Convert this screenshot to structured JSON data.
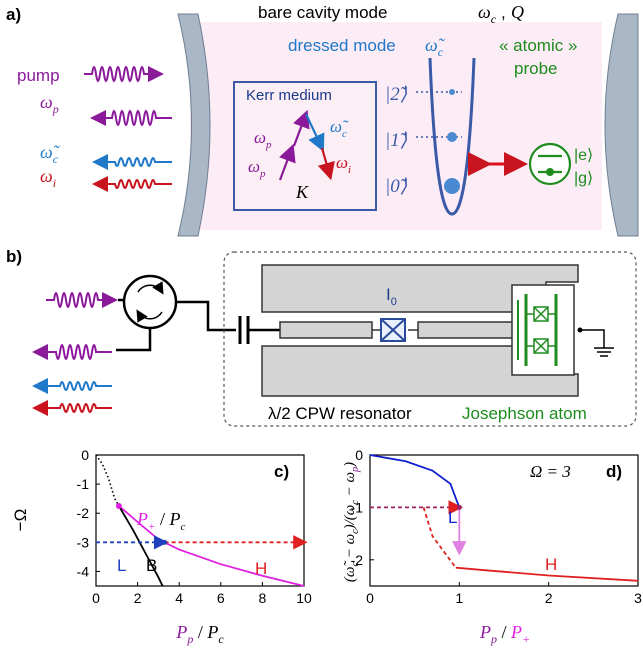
{
  "panel_a": {
    "label": "a)",
    "bare_cavity": "bare cavity mode",
    "omega_c": "ω",
    "omega_c_sub": "c",
    "comma": ",",
    "Q": "Q",
    "dressed_mode": "dressed mode",
    "omega_c_tilde": "ω̃",
    "omega_c_tilde_sub": "c",
    "atomic_probe_1": "« atomic »",
    "atomic_probe_2": "probe",
    "pump": "pump",
    "omega_p": "ω",
    "omega_p_sub": "p",
    "omega_i": "ω",
    "omega_i_sub": "i",
    "kerr_medium": "Kerr medium",
    "K": "K",
    "ket_2": "|2̃⟩",
    "ket_1": "|1̃⟩",
    "ket_0": "|0̃⟩",
    "ket_e": "|e⟩",
    "ket_g": "|g⟩",
    "colors": {
      "pump": "#8b1a9a",
      "dressed": "#1f78c8",
      "idler": "#c8141e",
      "atomic": "#1e8c1e",
      "well": "#3a5aa8",
      "kerr_bg": "#fbeef4",
      "cavity_bg": "#fcecf6",
      "mirror": "#a9b7c7"
    }
  },
  "panel_b": {
    "label": "b)",
    "I0": "I",
    "I0_sub": "0",
    "cpw": "λ/2 CPW resonator",
    "josephson": "Josephson atom"
  },
  "chart_data": [
    {
      "type": "line",
      "panel": "c)",
      "xlabel": "P_p / P_c",
      "ylabel": "-Ω",
      "xlim": [
        0,
        10
      ],
      "ylim": [
        -4.5,
        0
      ],
      "x_ticks": [
        "0",
        "2",
        "4",
        "6",
        "8",
        "10"
      ],
      "y_ticks": [
        "0",
        "-1",
        "-2",
        "-3",
        "-4"
      ],
      "annotations": [
        "P+ / Pc",
        "L",
        "B",
        "H"
      ],
      "series": [
        {
          "style": "dotted",
          "color": "#000000",
          "points": [
            [
              0,
              0
            ],
            [
              0.3,
              -0.3
            ],
            [
              0.6,
              -0.8
            ],
            [
              0.9,
              -1.5
            ],
            [
              1.1,
              -1.75
            ]
          ]
        },
        {
          "style": "solid",
          "color": "#e020e0",
          "points": [
            [
              1.1,
              -1.75
            ],
            [
              2,
              -2.3
            ],
            [
              3,
              -2.9
            ],
            [
              4,
              -3.25
            ],
            [
              6,
              -3.75
            ],
            [
              8,
              -4.15
            ],
            [
              10,
              -4.5
            ]
          ]
        },
        {
          "style": "solid",
          "color": "#000000",
          "points": [
            [
              1.1,
              -1.75
            ],
            [
              1.8,
              -2.6
            ],
            [
              2.4,
              -3.4
            ],
            [
              3.0,
              -4.2
            ],
            [
              3.2,
              -4.5
            ]
          ]
        },
        {
          "style": "dashed-arrow",
          "color": "#2040c0",
          "points": [
            [
              0,
              -3
            ],
            [
              3.3,
              -3
            ]
          ]
        },
        {
          "style": "dashed-arrow",
          "color": "#e02020",
          "points": [
            [
              3.3,
              -3
            ],
            [
              10,
              -3
            ]
          ]
        }
      ]
    },
    {
      "type": "line",
      "panel": "d)",
      "title_text": "Ω = 3",
      "xlabel": "P_p / P_+",
      "ylabel": "(ω̃c − ωc)/(ωc − ωp)",
      "xlim": [
        0,
        3
      ],
      "ylim": [
        -2.5,
        0
      ],
      "x_ticks": [
        "0",
        "1",
        "2",
        "3"
      ],
      "y_ticks": [
        "0",
        "-1",
        "-2"
      ],
      "annotations": [
        "L",
        "H"
      ],
      "series": [
        {
          "style": "solid",
          "color": "#1020d0",
          "points": [
            [
              0,
              0
            ],
            [
              0.4,
              -0.12
            ],
            [
              0.7,
              -0.3
            ],
            [
              0.9,
              -0.55
            ],
            [
              1,
              -1
            ]
          ]
        },
        {
          "style": "solid",
          "color": "#e02020",
          "points": [
            [
              0.96,
              -2.15
            ],
            [
              1.3,
              -2.2
            ],
            [
              2,
              -2.3
            ],
            [
              3,
              -2.4
            ]
          ]
        },
        {
          "style": "dashed",
          "color": "#e02020",
          "points": [
            [
              0.6,
              -1
            ],
            [
              0.7,
              -1.55
            ],
            [
              0.96,
              -2.15
            ]
          ]
        },
        {
          "style": "dashed-arrow",
          "color": "#a02060",
          "points": [
            [
              0,
              -1
            ],
            [
              1,
              -1
            ]
          ]
        },
        {
          "style": "arrow",
          "color": "#e080e0",
          "points": [
            [
              1,
              -1
            ],
            [
              1,
              -1.85
            ]
          ]
        }
      ]
    }
  ]
}
